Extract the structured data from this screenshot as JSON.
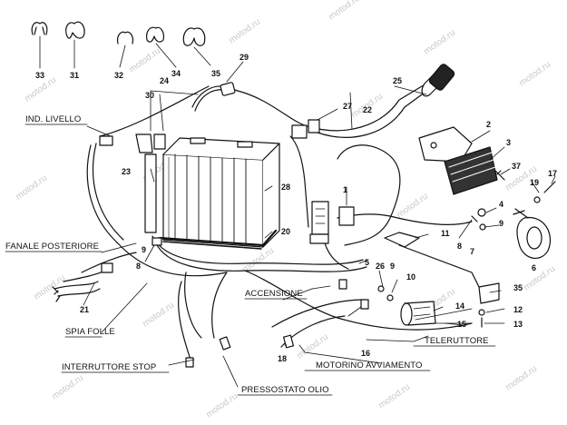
{
  "watermark": "motod.ru",
  "labels": {
    "ind_livello": "IND. LIVELLO",
    "fanale_posteriore": "FANALE POSTERIORE",
    "spia_folle": "SPIA FOLLE",
    "interruttore_stop": "INTERRUTTORE STOP",
    "pressostato_olio": "PRESSOSTATO OLIO",
    "accensione": "ACCENSIONE",
    "motorino_avviamento": "MOTORINO AVVIAMENTO",
    "teleruttore": "TELERUTTORE"
  },
  "part_numbers": {
    "n1": "1",
    "n2": "2",
    "n3": "3",
    "n4": "4",
    "n5": "5",
    "n6": "6",
    "n7": "7",
    "n8": "8",
    "n9a": "9",
    "n9b": "9",
    "n10": "10",
    "n11": "11",
    "n12": "12",
    "n13": "13",
    "n14": "14",
    "n15": "15",
    "n16": "16",
    "n17": "17",
    "n18": "18",
    "n19": "19",
    "n20": "20",
    "n21": "21",
    "n22": "22",
    "n23": "23",
    "n24": "24",
    "n25": "25",
    "n26": "26",
    "n27": "27",
    "n28": "28",
    "n29": "29",
    "n30": "30",
    "n31": "31",
    "n32": "32",
    "n33": "33",
    "n34": "34",
    "n35a": "35",
    "n35b": "35",
    "n37": "37"
  }
}
